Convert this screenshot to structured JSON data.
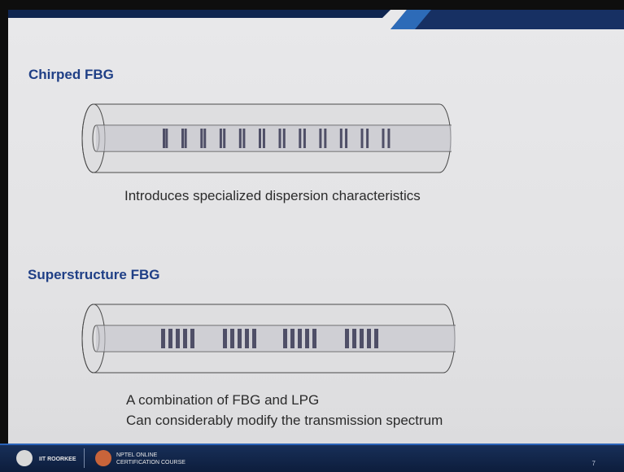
{
  "sections": [
    {
      "heading": "Chirped FBG",
      "caption": "Introduces specialized dispersion characteristics"
    },
    {
      "heading": "Superstructure FBG",
      "caption_lines": [
        "A combination of FBG and LPG",
        "Can considerably modify the transmission spectrum"
      ]
    }
  ],
  "footer": {
    "institute": "IIT ROORKEE",
    "course_line1": "NPTEL ONLINE",
    "course_line2": "CERTIFICATION COURSE",
    "page_number": "7"
  },
  "colors": {
    "heading": "#1f3f86",
    "footer": "#15294e",
    "accent": "#2a63b8"
  }
}
